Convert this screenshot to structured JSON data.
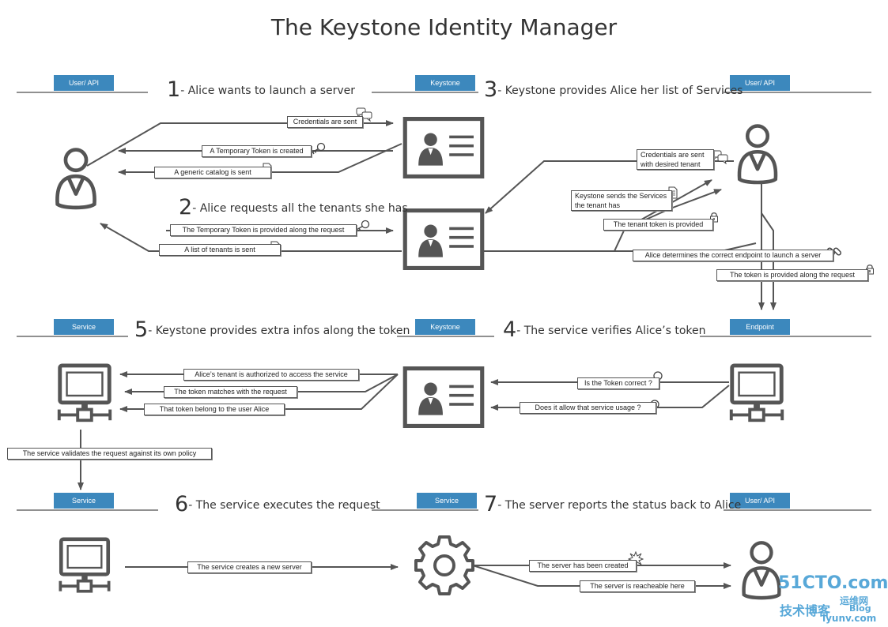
{
  "title": "The Keystone Identity Manager",
  "tags": {
    "user_api": "User/ API",
    "keystone": "Keystone",
    "service": "Service",
    "endpoint": "Endpoint"
  },
  "steps": [
    {
      "num": "1",
      "text": "- Alice wants to launch a server"
    },
    {
      "num": "2",
      "text": "- Alice requests all the tenants she has"
    },
    {
      "num": "3",
      "text": "- Keystone provides Alice her list of Services"
    },
    {
      "num": "4",
      "text": "- The service verifies Alice’s token"
    },
    {
      "num": "5",
      "text": "- Keystone provides extra infos along the token"
    },
    {
      "num": "6",
      "text": "- The service executes the request"
    },
    {
      "num": "7",
      "text": "- The server reports the status back to Alice"
    }
  ],
  "labels": {
    "credentials_sent": "Credentials are sent",
    "temporary_token_created": "A Temporary Token is created",
    "generic_catalog_sent": "A generic catalog is sent",
    "temporary_token_provided": "The Temporary Token is provided along the request",
    "list_of_tenants_sent": "A list of tenants is sent",
    "credentials_desired_tenant": "Credentials are sent with desired tenant",
    "keystone_sends_tenant": "Keystone sends the Services the tenant has",
    "tenant_token_provided": "The tenant token is provided",
    "alice_determines_endpoint": "Alice determines the correct endpoint to launch a server",
    "token_provided_request": "The token is provided along the request",
    "tenant_authorized": "Alice’s tenant is authorized to access the service",
    "token_matches": "The token matches with the request",
    "token_belongs": "That token belong to the user Alice",
    "token_correct": "Is the Token correct ?",
    "allow_usage": "Does it allow that service usage ?",
    "service_validates": "The service validates the request against its own policy",
    "service_creates": "The service creates a new server",
    "server_created": "The server has been created",
    "server_reachable": "The server is reacheable here"
  },
  "watermark": {
    "site": "51CTO.com",
    "cn_left": "技术博客",
    "cn_right": "运维网",
    "blog": "Blog",
    "url": "iyunv.com"
  },
  "colors": {
    "tag": "#3c88bd",
    "icon": "#555555",
    "line": "#555555",
    "watermark": "#58a8d8"
  }
}
